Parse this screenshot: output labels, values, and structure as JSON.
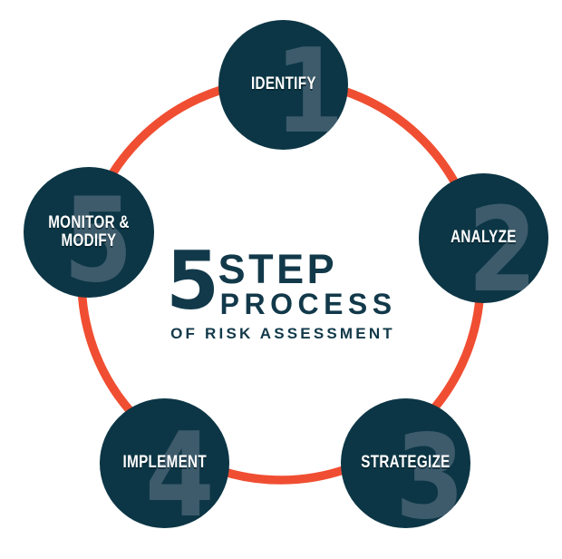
{
  "colors": {
    "ring": "#f04e32",
    "node_fill": "#0c3645",
    "ghost_number": "#3d5b6b",
    "label_text": "#ffffff",
    "lockup_text": "#12394a",
    "background": "#ffffff"
  },
  "center_lockup": {
    "big_number": "5",
    "step_word": "STEP",
    "process_word": "PROCESS",
    "subtitle": "OF RISK ASSESSMENT"
  },
  "diagram_data": {
    "type": "cycle",
    "title": "5 STEP PROCESS OF RISK ASSESSMENT",
    "step_count": 5,
    "direction": "clockwise",
    "steps": [
      {
        "number": "1",
        "label": "IDENTIFY",
        "angle_deg": 270,
        "position": "top"
      },
      {
        "number": "2",
        "label": "ANALYZE",
        "angle_deg": 342,
        "position": "right"
      },
      {
        "number": "3",
        "label": "STRATEGIZE",
        "angle_deg": 54,
        "position": "bottom-right"
      },
      {
        "number": "4",
        "label": "IMPLEMENT",
        "angle_deg": 126,
        "position": "bottom-left"
      },
      {
        "number": "5",
        "label": "MONITOR &\nMODIFY",
        "angle_deg": 198,
        "position": "left"
      }
    ]
  }
}
